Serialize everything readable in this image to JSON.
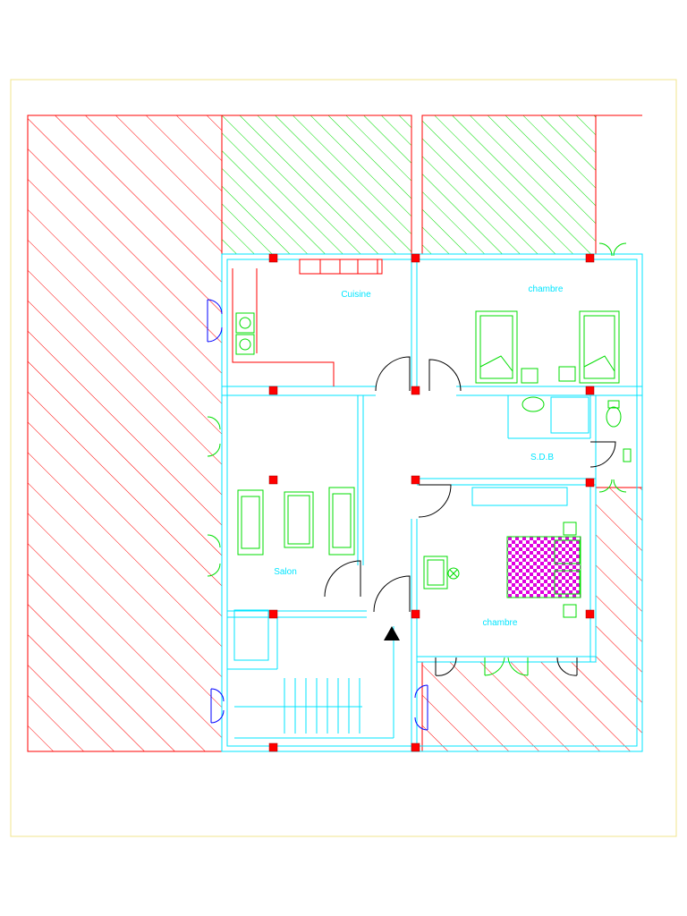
{
  "plan": {
    "rooms": [
      {
        "id": "cuisine",
        "label": "Cuisine"
      },
      {
        "id": "chambre1",
        "label": "chambre"
      },
      {
        "id": "sdb",
        "label": "S.D.B"
      },
      {
        "id": "salon",
        "label": "Salon"
      },
      {
        "id": "chambre2",
        "label": "chambre"
      }
    ]
  },
  "colors": {
    "walls": "#00e5ff",
    "hatch_red": "#ff0000",
    "hatch_green": "#00dd00",
    "doors_blue": "#0000ff",
    "furniture": "#00dd00",
    "columns": "#ff0000",
    "bed_pattern": "#e000e0",
    "frame": "#f0e68c"
  }
}
